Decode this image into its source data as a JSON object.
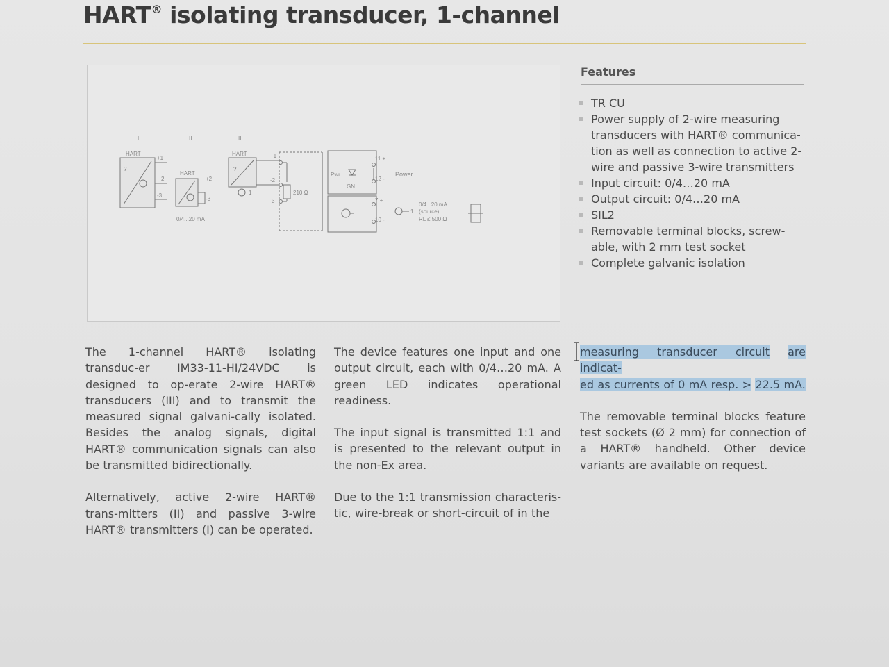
{
  "title": "HART",
  "title_suffix": " isolating transducer, 1-channel",
  "title_reg": "®",
  "diagram": {
    "section_labels": [
      "I",
      "II",
      "III"
    ],
    "hart_label": "HART",
    "reg": "®",
    "terminals": {
      "t1": "+1",
      "t2": "2",
      "t3": "-3",
      "t2b": "+2",
      "t3b": "-3",
      "t1c": "+1",
      "t2c": "-2",
      "t3c": "3",
      "t11": "11 +",
      "t12": "12 -",
      "t7": "7 +",
      "t10": "10 -",
      "t1d": "1"
    },
    "current_range": "0/4...20 mA",
    "resistor": "210 Ω",
    "pwr": "Pwr",
    "gn": "GN",
    "power": "Power",
    "output_range": "0/4...20 mA",
    "output_source": "(source)",
    "output_load": "RL ≤ 500 Ω"
  },
  "features": {
    "heading": "Features",
    "items": [
      "TR CU",
      "Power supply of 2-wire measuring transducers with HART® communica-tion as well as connection to active 2-wire and passive 3-wire transmitters",
      "Input circuit: 0/4…20 mA",
      "Output circuit: 0/4…20 mA",
      "SIL2",
      "Removable terminal blocks, screw-able, with 2 mm test socket",
      "Complete galvanic isolation"
    ]
  },
  "body": {
    "col1": [
      "The 1-channel HART® isolating transduc-er IM33-11-HI/24VDC is designed to op-erate 2-wire HART® transducers (III) and to transmit the measured signal galvani-cally isolated. Besides the analog signals, digital HART® communication signals can also be transmitted bidirectionally.",
      "Alternatively, active 2-wire HART® trans-mitters (II) and passive 3-wire HART® transmitters (I) can be operated."
    ],
    "col2": [
      "The device features one input and one output circuit, each with 0/4…20 mA. A green LED indicates operational readiness.",
      "The input signal is transmitted 1:1 and is presented to the relevant output in the non-Ex area.",
      "Due to the 1:1 transmission characteris-tic, wire-break or short-circuit of in the"
    ],
    "col3_highlight_a": "measuring transducer circuit",
    "col3_highlight_b": "are indicat-",
    "col3_highlight_c": "ed as currents of 0 mA resp. >",
    "col3_highlight_d": "22.5 mA.",
    "col3_p2": "The removable terminal blocks feature test sockets (Ø 2 mm) for connection of a HART® handheld. Other device variants are available on request."
  }
}
